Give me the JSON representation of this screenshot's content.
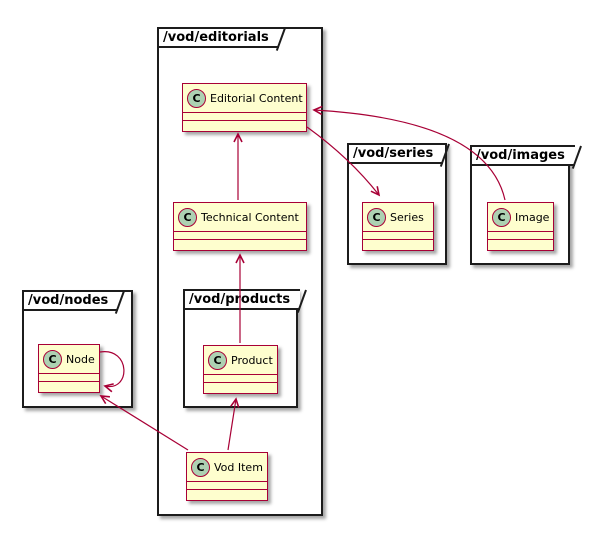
{
  "diagram": {
    "kind": "uml-package-class-diagram",
    "class_icon_letter": "C",
    "colors": {
      "class_fill": "#FEFECE",
      "class_border": "#A80036",
      "class_icon_fill": "#ADD1B2",
      "relation_arrow": "#A80036",
      "package_border": "#1C1C1C",
      "package_fill": "#FFFFFF"
    },
    "packages": {
      "editorials": {
        "label": "/vod/editorials"
      },
      "products": {
        "label": "/vod/products"
      },
      "nodes": {
        "label": "/vod/nodes"
      },
      "series": {
        "label": "/vod/series"
      },
      "images": {
        "label": "/vod/images"
      }
    },
    "classes": {
      "editorial_content": {
        "label": "Editorial Content",
        "package": "/vod/editorials"
      },
      "technical_content": {
        "label": "Technical Content",
        "package": "/vod/editorials"
      },
      "vod_item": {
        "label": "Vod Item",
        "package": "/vod/editorials"
      },
      "product": {
        "label": "Product",
        "package": "/vod/products"
      },
      "node": {
        "label": "Node",
        "package": "/vod/nodes"
      },
      "series": {
        "label": "Series",
        "package": "/vod/series"
      },
      "image": {
        "label": "Image",
        "package": "/vod/images"
      }
    },
    "relations": [
      {
        "from": "Technical Content",
        "to": "Editorial Content"
      },
      {
        "from": "Editorial Content",
        "to": "Series"
      },
      {
        "from": "Image",
        "to": "Editorial Content"
      },
      {
        "from": "Product",
        "to": "Technical Content"
      },
      {
        "from": "Vod Item",
        "to": "Product"
      },
      {
        "from": "Vod Item",
        "to": "Node"
      },
      {
        "from": "Node",
        "to": "Node"
      }
    ]
  }
}
